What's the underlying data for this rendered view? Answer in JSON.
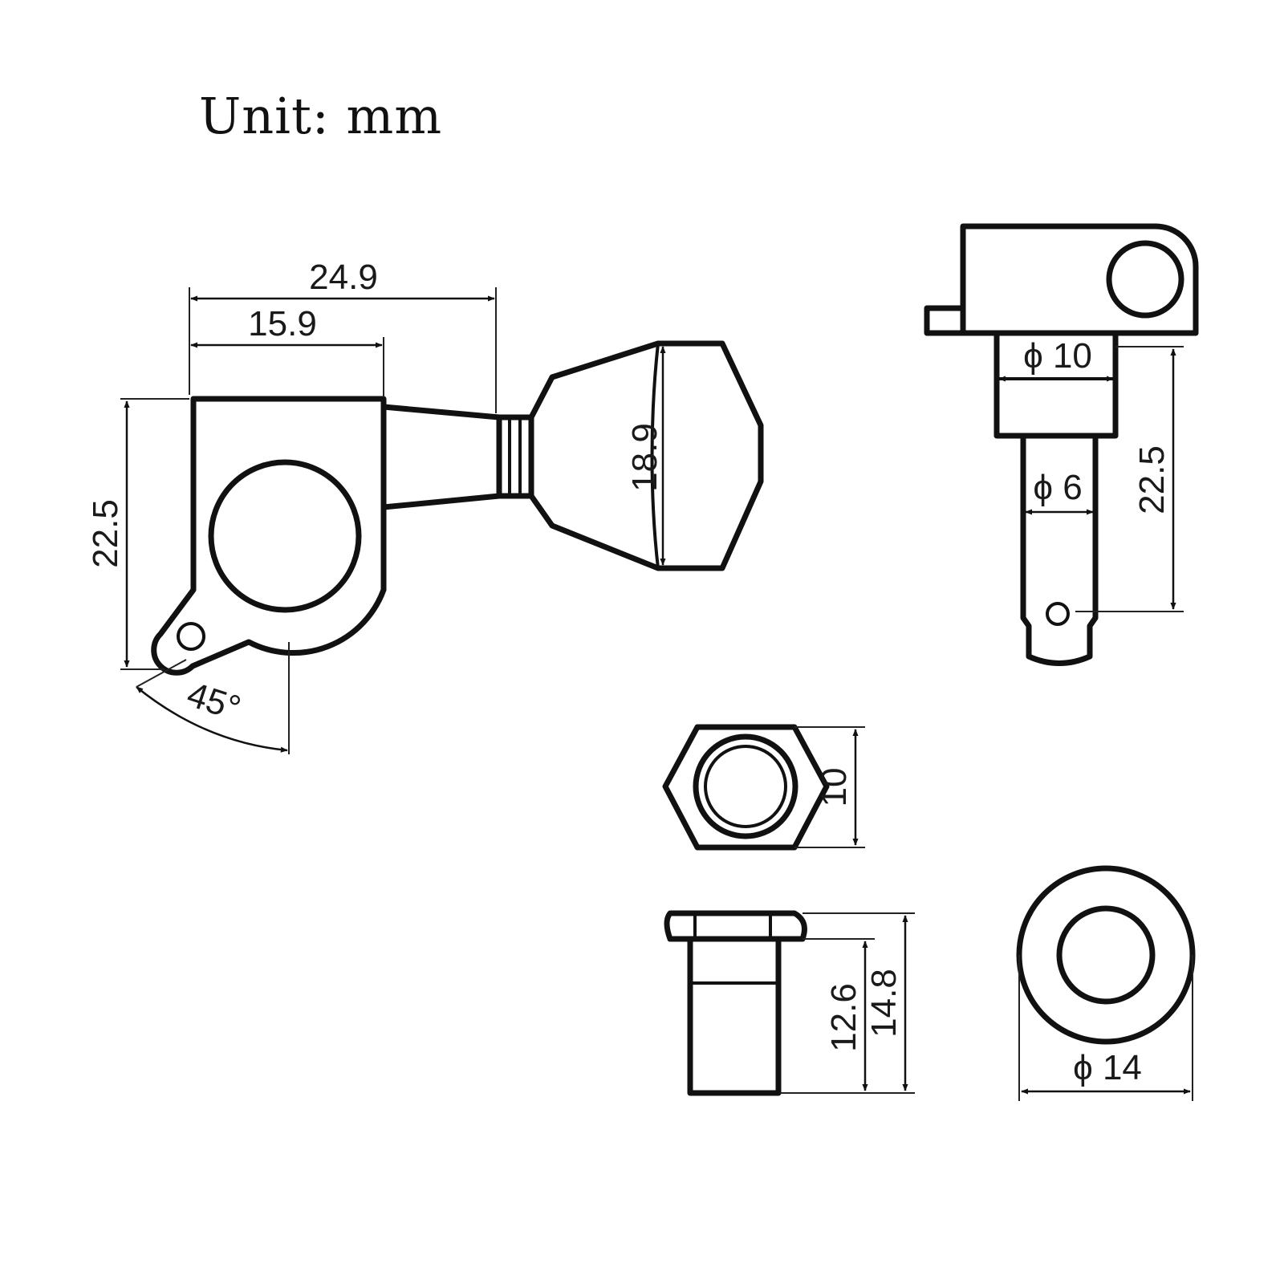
{
  "unit_label": "Unit: mm",
  "colors": {
    "line": "#111111",
    "background": "#ffffff"
  },
  "dimensions": {
    "side_view": {
      "overall_width": "24.9",
      "body_width": "15.9",
      "body_height": "22.5",
      "knob_height": "18.9",
      "mount_angle": "45°"
    },
    "post_view": {
      "collar_diameter": "ϕ 10",
      "post_diameter": "ϕ 6",
      "post_height": "22.5"
    },
    "hex_nut": {
      "across_flats": "10"
    },
    "bushing_side": {
      "shank_length": "12.6",
      "overall_length": "14.8"
    },
    "washer": {
      "outer_diameter": "ϕ 14"
    }
  }
}
